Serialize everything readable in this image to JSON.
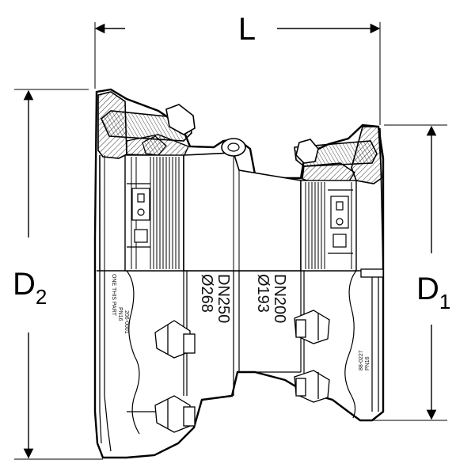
{
  "dimensions": {
    "length_label": "L",
    "large_diameter_label": "D",
    "large_diameter_subscript": "2",
    "small_diameter_label": "D",
    "small_diameter_subscript": "1"
  },
  "markings": {
    "large_outer_diameter": "Ø268",
    "large_nominal_size": "DN250",
    "small_outer_diameter": "Ø193",
    "small_nominal_size": "DN200",
    "left_flange_note": "ONE THIS PART",
    "left_flange_pressure": "PN16",
    "left_flange_code": "206-0001",
    "right_flange_code": "88-0227",
    "right_flange_pressure": "PN16"
  }
}
